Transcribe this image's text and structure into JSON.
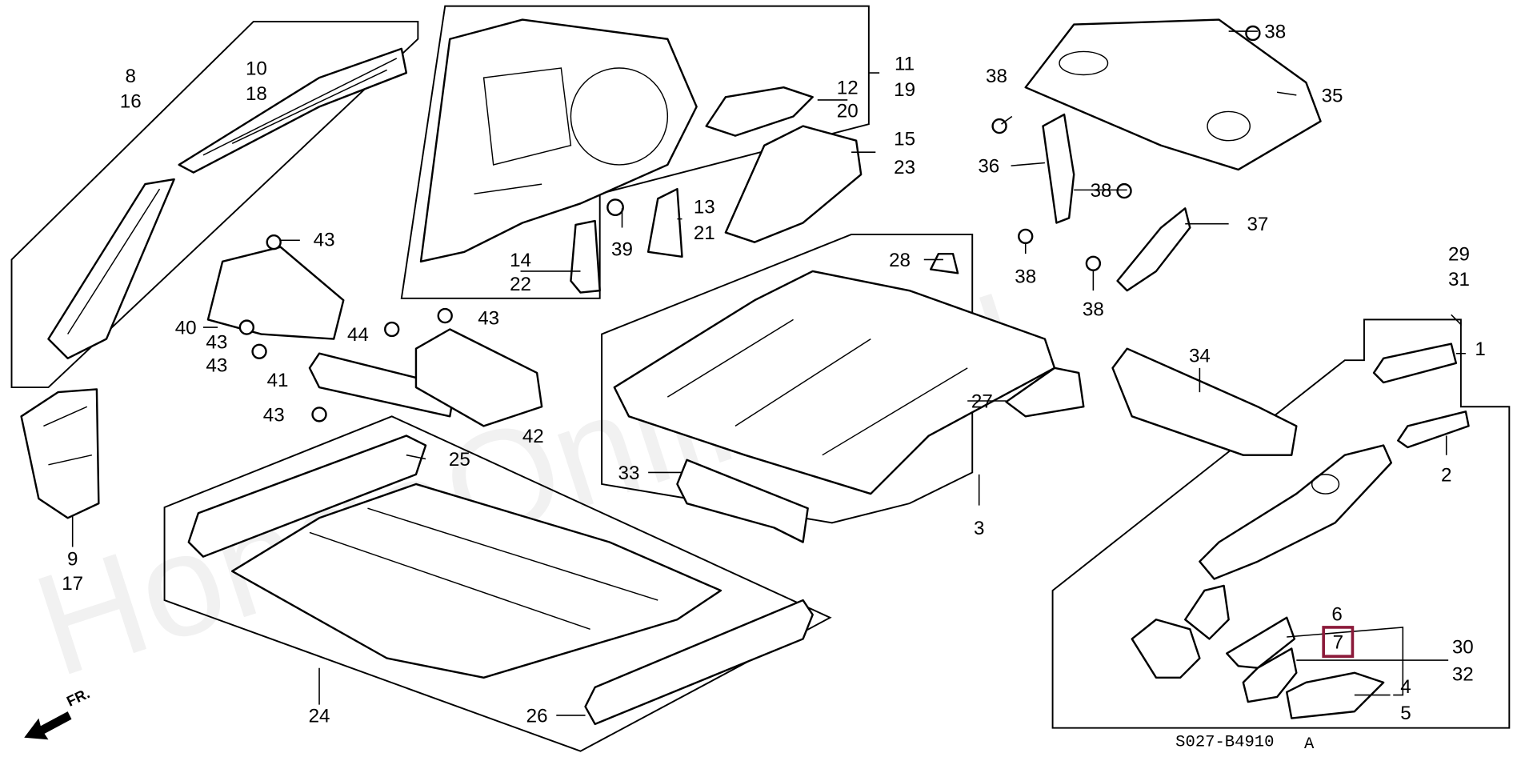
{
  "diagram_code": "S027-B4910",
  "diagram_revision": "A",
  "direction_label": "FR.",
  "watermark": "HondaOnline.ru",
  "highlight_color": "#8b1a3a",
  "highlighted_part": "7",
  "callouts": [
    "8",
    "16",
    "10",
    "18",
    "11",
    "19",
    "12",
    "20",
    "15",
    "23",
    "13",
    "21",
    "14",
    "22",
    "39",
    "43",
    "40",
    "43",
    "43",
    "41",
    "43",
    "44",
    "43",
    "42",
    "25",
    "28",
    "27",
    "33",
    "3",
    "24",
    "26",
    "9",
    "17",
    "38",
    "38",
    "35",
    "36",
    "38",
    "37",
    "38",
    "38",
    "29",
    "31",
    "1",
    "34",
    "2",
    "6",
    "7",
    "30",
    "32",
    "4",
    "5"
  ]
}
